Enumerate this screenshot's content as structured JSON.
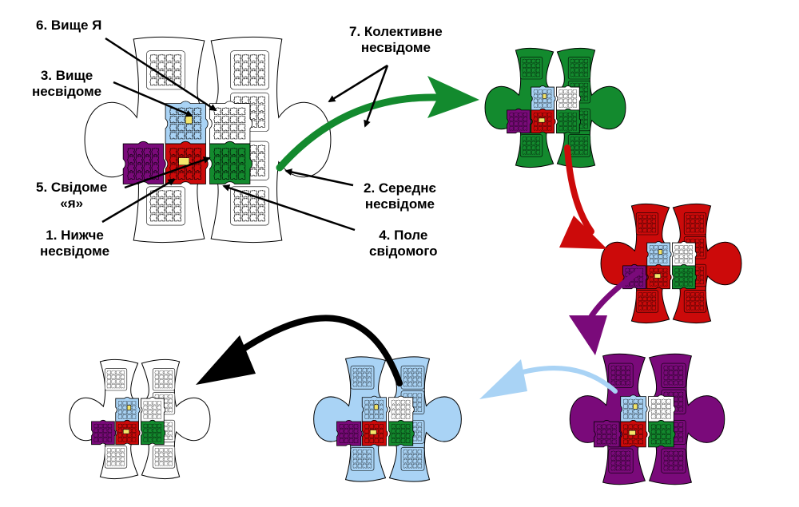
{
  "title": "Psychosynthesis egg diagram as jigsaw puzzle",
  "colors": {
    "outline": "#000000",
    "empty": "#ffffff",
    "collective": "#ffffff",
    "middle": "#138a2e",
    "lower": "#7a0a7a",
    "higher": "#a9d3f5",
    "field": "#cc0a0a",
    "self": "#f5e66a",
    "arrow_black": "#000000",
    "arrow_green": "#138a2e",
    "arrow_red": "#cc0a0a",
    "arrow_purple": "#7a0a7a",
    "arrow_blue": "#a9d3f5"
  },
  "labels": [
    {
      "id": "higher-self",
      "lines": [
        "6. Вище Я"
      ]
    },
    {
      "id": "higher-unconscious",
      "lines": [
        "3. Вище",
        "несвідоме"
      ]
    },
    {
      "id": "conscious-i",
      "lines": [
        "5. Свідоме",
        "«я»"
      ]
    },
    {
      "id": "lower-unconscious",
      "lines": [
        "1. Нижче",
        "несвідоме"
      ]
    },
    {
      "id": "collective-unconscious",
      "lines": [
        "7. Колективне",
        "несвідоме"
      ]
    },
    {
      "id": "middle-unconscious",
      "lines": [
        "2. Середнє",
        "несвідоме"
      ]
    },
    {
      "id": "field-of-consciousness",
      "lines": [
        "4. Поле",
        "свідомого"
      ]
    }
  ],
  "panels": [
    {
      "id": "main",
      "fill": "empty"
    },
    {
      "id": "green-stage",
      "fill": "middle"
    },
    {
      "id": "red-stage",
      "fill": "field"
    },
    {
      "id": "purple-stage",
      "fill": "lower"
    },
    {
      "id": "blue-stage",
      "fill": "higher"
    },
    {
      "id": "white-stage",
      "fill": "empty"
    }
  ],
  "sequence": [
    "main",
    "green-stage",
    "red-stage",
    "purple-stage",
    "blue-stage",
    "white-stage"
  ]
}
